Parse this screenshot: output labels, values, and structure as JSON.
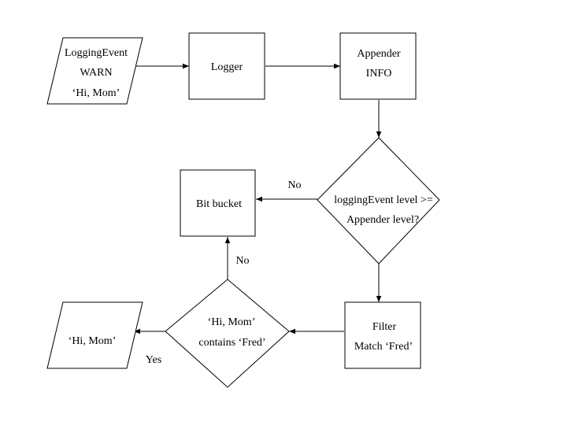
{
  "nodes": {
    "logging_event": {
      "line1": "LoggingEvent",
      "line2": "WARN",
      "line3": "‘Hi, Mom’"
    },
    "logger": {
      "label": "Logger"
    },
    "appender": {
      "line1": "Appender",
      "line2": "INFO"
    },
    "level_check": {
      "line1": "loggingEvent level >=",
      "line2": "Appender level?"
    },
    "bit_bucket": {
      "label": "Bit bucket"
    },
    "filter": {
      "line1": "Filter",
      "line2": "Match ‘Fred’"
    },
    "contains_check": {
      "line1": "‘Hi, Mom’",
      "line2": "contains ‘Fred’"
    },
    "output": {
      "label": "‘Hi, Mom’"
    }
  },
  "edges": {
    "level_no": "No",
    "contains_no": "No",
    "contains_yes": "Yes"
  }
}
